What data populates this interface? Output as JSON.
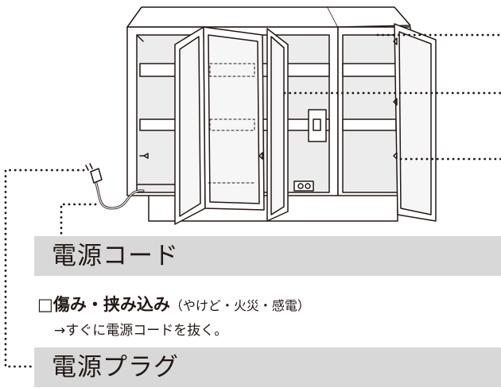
{
  "labels": {
    "power_cord_title": "電源コード",
    "power_plug_title": "電源プラグ"
  },
  "warning": {
    "checkbox": "□",
    "hazard": "傷み・挟み込み",
    "consequence": "（やけど・火災・感電）",
    "action": "→すぐに電源コードを抜く。"
  },
  "colors": {
    "label_band": "#d8d8d8",
    "line": "#231815",
    "cabinet_shade": "#ececec",
    "mirror_shade": "#f6f6f6"
  },
  "icons": [
    "cabinet-illustration",
    "power-plug-icon",
    "outlet-icon"
  ]
}
